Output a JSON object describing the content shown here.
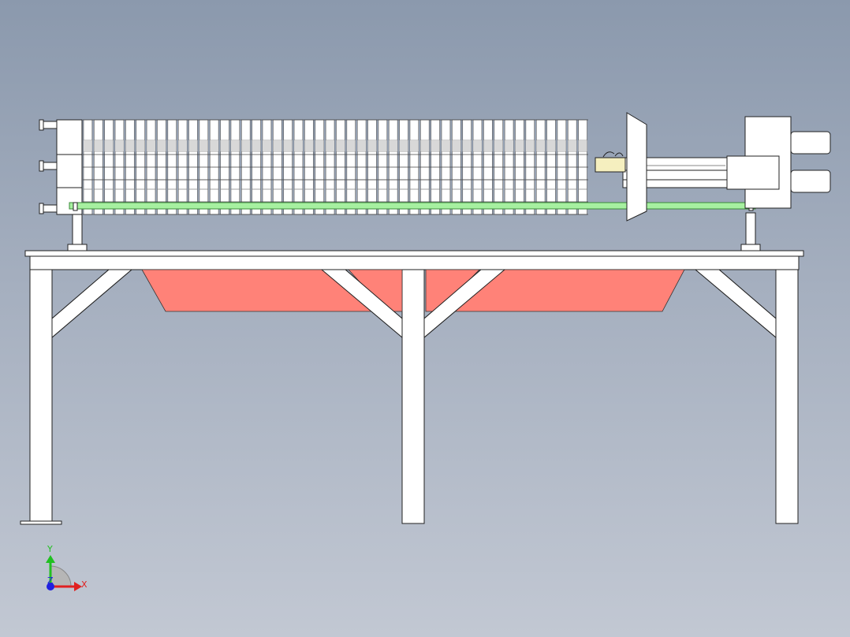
{
  "viewport": {
    "background_top": "#8b99ad",
    "background_bottom": "#c2c8d3"
  },
  "model": {
    "plate_count": 48,
    "colors": {
      "part_fill": "#ffffff",
      "part_stroke": "#222222",
      "drip_tray": "#ff8278",
      "side_bar": "#a6f0a0",
      "cylinder_block": "#f5efbf"
    }
  },
  "triad": {
    "x_label": "X",
    "y_label": "Y",
    "z_label": "Z",
    "x_color": "#e02020",
    "y_color": "#20c020",
    "z_color": "#2020e0"
  }
}
